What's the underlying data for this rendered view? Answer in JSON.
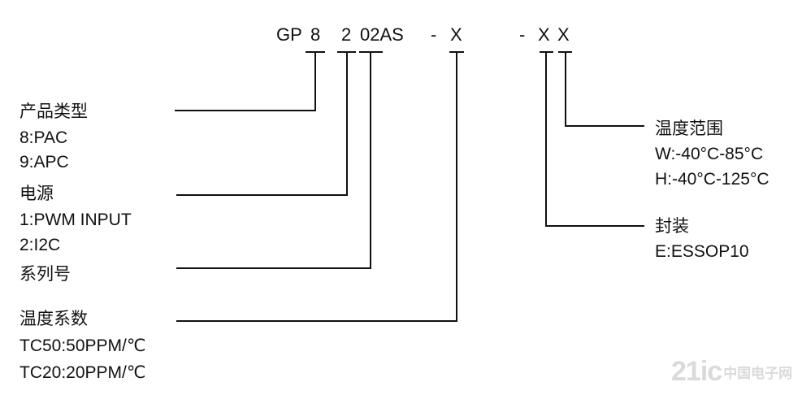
{
  "code": {
    "gp": "GP",
    "type_digit": "8",
    "power_digit": "2",
    "series": "02AS",
    "dash1": "-",
    "tc_code": "X",
    "dash2": "-",
    "package_code": "X",
    "temp_code": "X"
  },
  "fields": {
    "product_type": {
      "title": "产品类型",
      "options": [
        "8:PAC",
        "9:APC"
      ]
    },
    "power": {
      "title": "电源",
      "options": [
        "1:PWM INPUT",
        "2:I2C"
      ]
    },
    "series_no": {
      "title": "系列号"
    },
    "temp_coefficient": {
      "title": "温度系数",
      "options": [
        "TC50:50PPM/℃",
        "TC20:20PPM/℃"
      ]
    },
    "temp_range": {
      "title": "温度范围",
      "options": [
        "W:-40°C-85°C",
        "H:-40°C-125°C"
      ]
    },
    "package": {
      "title": "封装",
      "options": [
        "E:ESSOP10"
      ]
    }
  },
  "watermark": {
    "main": "21ic",
    "sub": "中国电子网"
  }
}
